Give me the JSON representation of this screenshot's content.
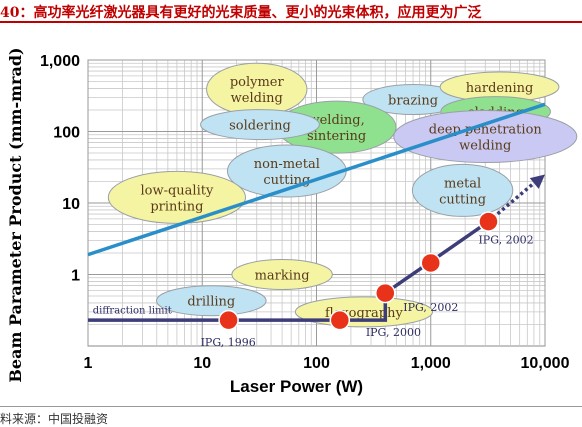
{
  "figure": {
    "title": "40：高功率光纤激光器具有更好的光束质量、更小的光束体积，应用更为广泛",
    "source": "料来源：中国投融资"
  },
  "chart_data": {
    "type": "scatter",
    "xlabel": "Laser Power (W)",
    "ylabel": "Beam Parameter Product (mm-mrad)",
    "x_scale": "log",
    "y_scale": "log",
    "xlim": [
      1,
      10000
    ],
    "ylim": [
      0.1,
      1000
    ],
    "x_ticks": [
      {
        "value": 1,
        "label": "1"
      },
      {
        "value": 10,
        "label": "10"
      },
      {
        "value": 100,
        "label": "100"
      },
      {
        "value": 1000,
        "label": "1,000"
      },
      {
        "value": 10000,
        "label": "10,000"
      }
    ],
    "y_ticks": [
      {
        "value": 1,
        "label": "1"
      },
      {
        "value": 10,
        "label": "10"
      },
      {
        "value": 100,
        "label": "100"
      },
      {
        "value": 1000,
        "label": "1,000"
      }
    ],
    "grid": true,
    "series": [
      {
        "name": "",
        "kind": "line",
        "color": "#2a8fc8",
        "points": [
          [
            1,
            1.9
          ],
          [
            10000,
            240
          ]
        ]
      },
      {
        "name": "",
        "kind": "line",
        "color": "#3d3d7a",
        "points": [
          [
            1,
            0.23
          ],
          [
            400,
            0.23
          ],
          [
            400,
            0.55
          ],
          [
            3200,
            5.5
          ]
        ]
      }
    ],
    "trend_arrow": {
      "from": [
        3200,
        5.5
      ],
      "to": [
        10000,
        25
      ],
      "color": "#3d3d7a"
    },
    "markers": [
      {
        "x": 17,
        "y": 0.23,
        "label": "IPG, 1996"
      },
      {
        "x": 160,
        "y": 0.23,
        "label": "IPG, 2000"
      },
      {
        "x": 400,
        "y": 0.55,
        "label": "IPG, 2002"
      },
      {
        "x": 1000,
        "y": 1.45,
        "label": ""
      },
      {
        "x": 3200,
        "y": 5.5,
        "label": "IPG, 2002"
      }
    ],
    "marker_color": "#e8321a",
    "annotations": [
      {
        "text": "diffraction limit",
        "x": 1.1,
        "y": 0.25
      }
    ],
    "regions": [
      {
        "lines": [
          "polymer",
          "welding"
        ],
        "x": 30,
        "y": 390,
        "fill": "#f4f4a2"
      },
      {
        "lines": [
          "brazing"
        ],
        "x": 700,
        "y": 280,
        "fill": "#bfe3f3"
      },
      {
        "lines": [
          "hardening"
        ],
        "x": 4000,
        "y": 420,
        "fill": "#f4f4a2"
      },
      {
        "lines": [
          "cladding"
        ],
        "x": 3700,
        "y": 190,
        "fill": "#8fe08f"
      },
      {
        "lines": [
          "welding,",
          "sintering"
        ],
        "x": 150,
        "y": 115,
        "fill": "#8fe08f"
      },
      {
        "lines": [
          "soldering"
        ],
        "x": 32,
        "y": 125,
        "fill": "#bfe3f3"
      },
      {
        "lines": [
          "deep penetration",
          "welding"
        ],
        "x": 3000,
        "y": 85,
        "fill": "#c9c9f3"
      },
      {
        "lines": [
          "non-metal",
          "cutting"
        ],
        "x": 55,
        "y": 28,
        "fill": "#bfe3f3"
      },
      {
        "lines": [
          "metal",
          "cutting"
        ],
        "x": 1900,
        "y": 15,
        "fill": "#bfe3f3"
      },
      {
        "lines": [
          "low-quality",
          "printing"
        ],
        "x": 6,
        "y": 12,
        "fill": "#f4f4a2"
      },
      {
        "lines": [
          "marking"
        ],
        "x": 50,
        "y": 1.0,
        "fill": "#f4f4a2"
      },
      {
        "lines": [
          "drilling"
        ],
        "x": 12,
        "y": 0.43,
        "fill": "#bfe3f3"
      },
      {
        "lines": [
          "flexography"
        ],
        "x": 260,
        "y": 0.3,
        "fill": "#f4f4a2"
      }
    ]
  }
}
